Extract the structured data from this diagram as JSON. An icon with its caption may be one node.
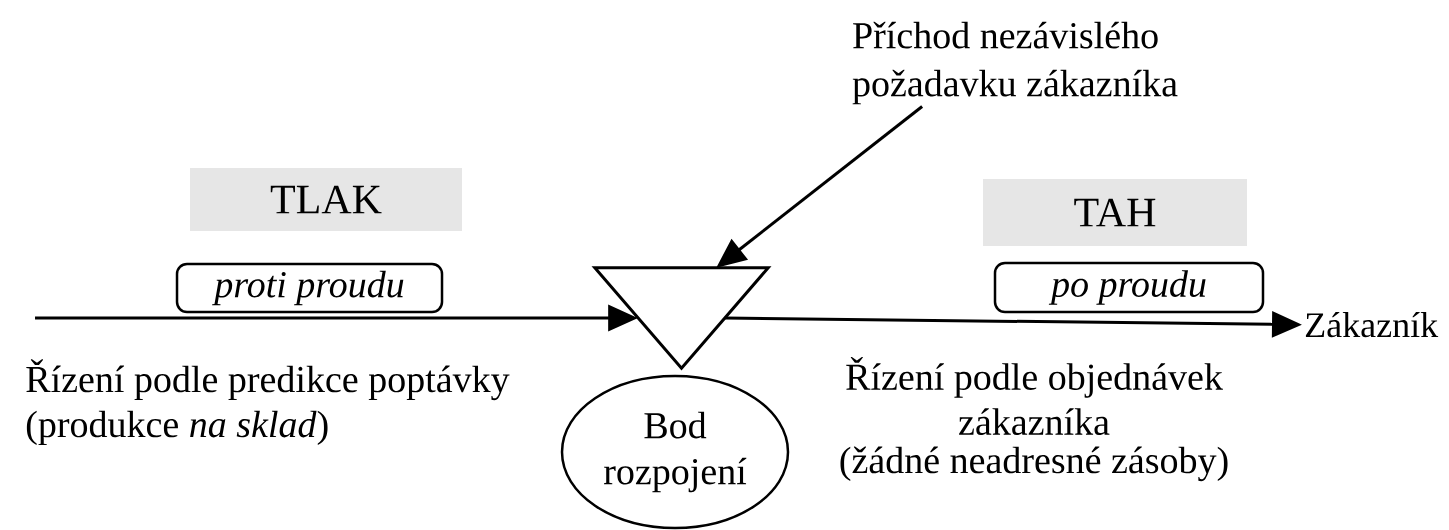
{
  "diagram": {
    "nodes": [
      {
        "text": [
          "Příchod nezávislého požadavku zákazníka"
        ]
      },
      {
        "text": [
          "TLAK"
        ]
      },
      {
        "text": [
          "TAH"
        ]
      },
      {
        "text": [
          "proti proudu"
        ]
      },
      {
        "text": [],
        "shape": "triangle"
      },
      {
        "text": [
          "po proudu"
        ]
      },
      {
        "text": [
          "Zákazník"
        ]
      },
      {
        "text": [
          "Bod rozpojení"
        ]
      }
    ],
    "edges": [
      {
        "from": null,
        "to": 4,
        "arrow": "to"
      },
      {
        "from": 0,
        "to": 4,
        "arrow": "to"
      },
      {
        "from": 4,
        "to": 6,
        "arrow": "to"
      }
    ],
    "labels": [
      "Řízení podle predikce poptávky",
      "(produkce *na sklad*)",
      "Řízení podle objednávek zákazníka",
      "(žádné neadresné zásoby)"
    ]
  }
}
